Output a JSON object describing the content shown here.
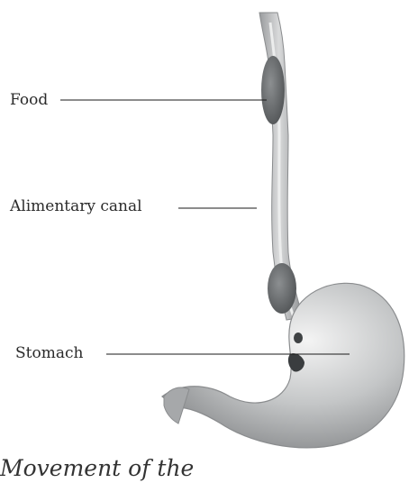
{
  "labels": {
    "food": "Food",
    "alimentary_canal": "Alimentary canal",
    "stomach": "Stomach"
  },
  "caption": "Movement of the",
  "colors": {
    "tube_fill": "#c9cbcc",
    "tube_edge": "#8a8c8e",
    "bolus": "#6e7173",
    "stomach_fill": "#bfc1c2",
    "leader_line": "#1a1a1a"
  }
}
